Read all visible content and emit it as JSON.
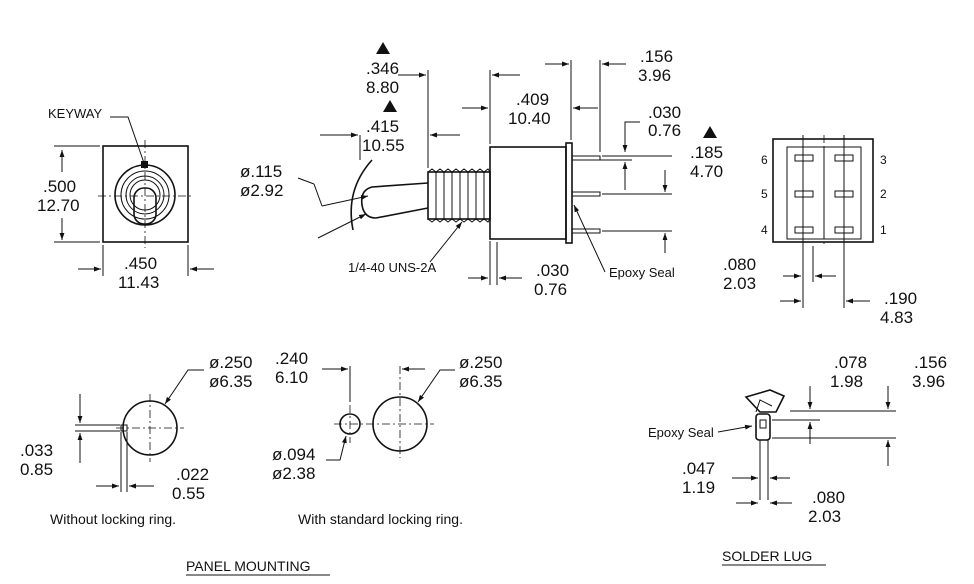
{
  "front_view": {
    "keyway_label": "KEYWAY",
    "height_in": ".500",
    "height_mm": "12.70",
    "width_in": ".450",
    "width_mm": "11.43"
  },
  "side_view": {
    "stem_dia_in": "ø.115",
    "stem_dia_mm": "ø2.92",
    "len_a_in": ".346",
    "len_a_mm": "8.80",
    "len_b_in": ".415",
    "len_b_mm": "10.55",
    "body_in": ".409",
    "body_mm": "10.40",
    "top_in": ".156",
    "top_mm": "3.96",
    "pin_w_in": ".030",
    "pin_w_mm": "0.76",
    "pin_pitch_in": ".185",
    "pin_pitch_mm": "4.70",
    "bottom_in": ".030",
    "bottom_mm": "0.76",
    "thread_label": "1/4-40 UNS-2A",
    "epoxy_label": "Epoxy Seal"
  },
  "terminal_view": {
    "pins_left": [
      "6",
      "5",
      "4"
    ],
    "pins_right": [
      "3",
      "2",
      "1"
    ],
    "spacing_a_in": ".080",
    "spacing_a_mm": "2.03",
    "spacing_b_in": ".190",
    "spacing_b_mm": "4.83"
  },
  "panel_mounting": {
    "title": "PANEL MOUNTING",
    "hole_dia_in": "ø.250",
    "hole_dia_mm": "ø6.35",
    "key_h_in": ".033",
    "key_h_mm": "0.85",
    "key_w_in": ".022",
    "key_w_mm": "0.55",
    "caption_without": "Without locking ring.",
    "offset_in": ".240",
    "offset_mm": "6.10",
    "hole2_dia_in": "ø.250",
    "hole2_dia_mm": "ø6.35",
    "small_dia_in": "ø.094",
    "small_dia_mm": "ø2.38",
    "caption_with": "With standard locking ring."
  },
  "solder_lug": {
    "title": "SOLDER LUG",
    "a_in": ".078",
    "a_mm": "1.98",
    "b_in": ".156",
    "b_mm": "3.96",
    "epoxy_label": "Epoxy Seal",
    "c_in": ".047",
    "c_mm": "1.19",
    "d_in": ".080",
    "d_mm": "2.03"
  }
}
